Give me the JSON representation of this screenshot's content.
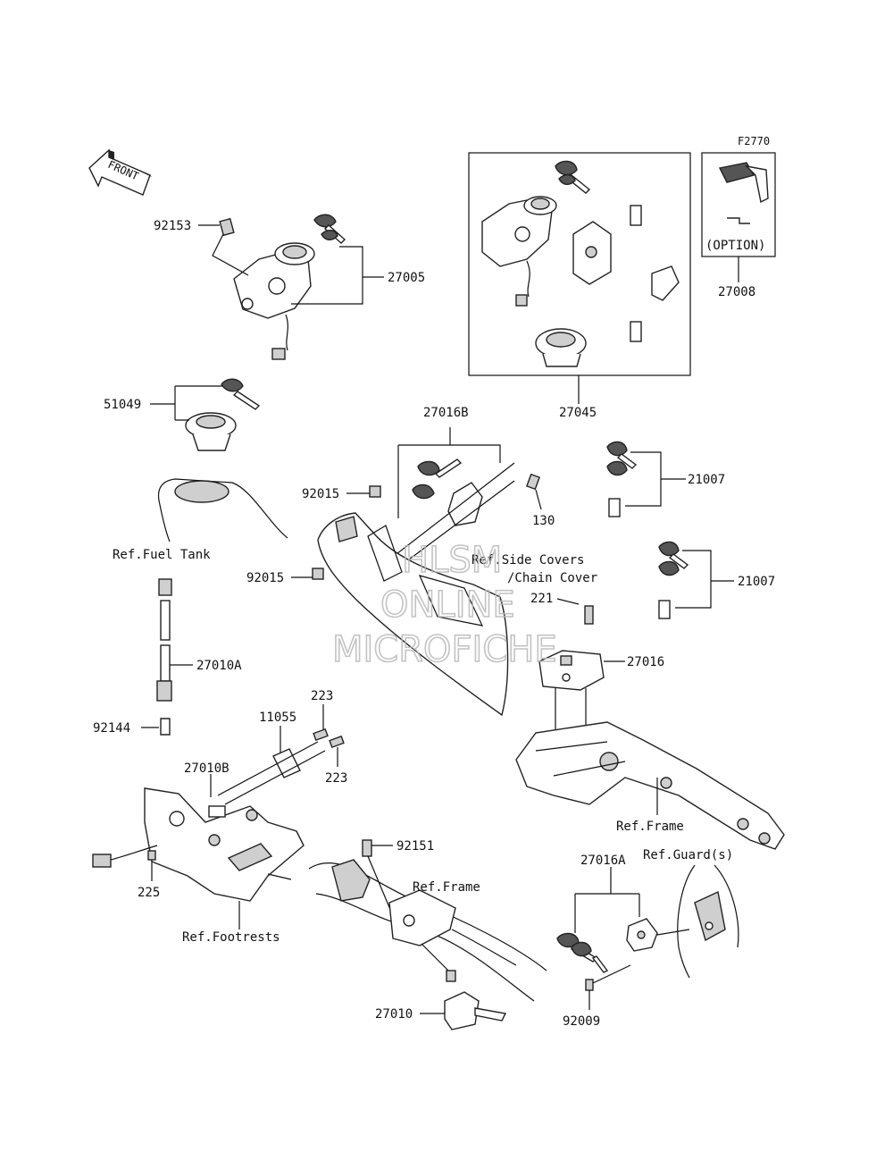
{
  "diagram_code": "F2770",
  "front_arrow_label": "FRONT",
  "option_label": "(OPTION)",
  "watermark": {
    "line1": "HLSM",
    "line2": "ONLINE",
    "line3": "MICROFICHE"
  },
  "parts": {
    "p92153": "92153",
    "p27005": "27005",
    "p27045": "27045",
    "p27008": "27008",
    "p51049": "51049",
    "p27016B": "27016B",
    "p92015a": "92015",
    "p92015b": "92015",
    "p130": "130",
    "p21007a": "21007",
    "p21007b": "21007",
    "p221": "221",
    "p27016": "27016",
    "p27010A": "27010A",
    "p92144": "92144",
    "p223a": "223",
    "p11055": "11055",
    "p223b": "223",
    "p27010B": "27010B",
    "p225": "225",
    "p92151": "92151",
    "p27016A": "27016A",
    "p27010": "27010",
    "p92009": "92009"
  },
  "references": {
    "fuel_tank": "Ref.Fuel Tank",
    "side_covers_1": "Ref.Side Covers",
    "side_covers_2": "/Chain Cover",
    "frame_right": "Ref.Frame",
    "frame_bottom": "Ref.Frame",
    "guards": "Ref.Guard(s)",
    "footrests": "Ref.Footrests"
  }
}
